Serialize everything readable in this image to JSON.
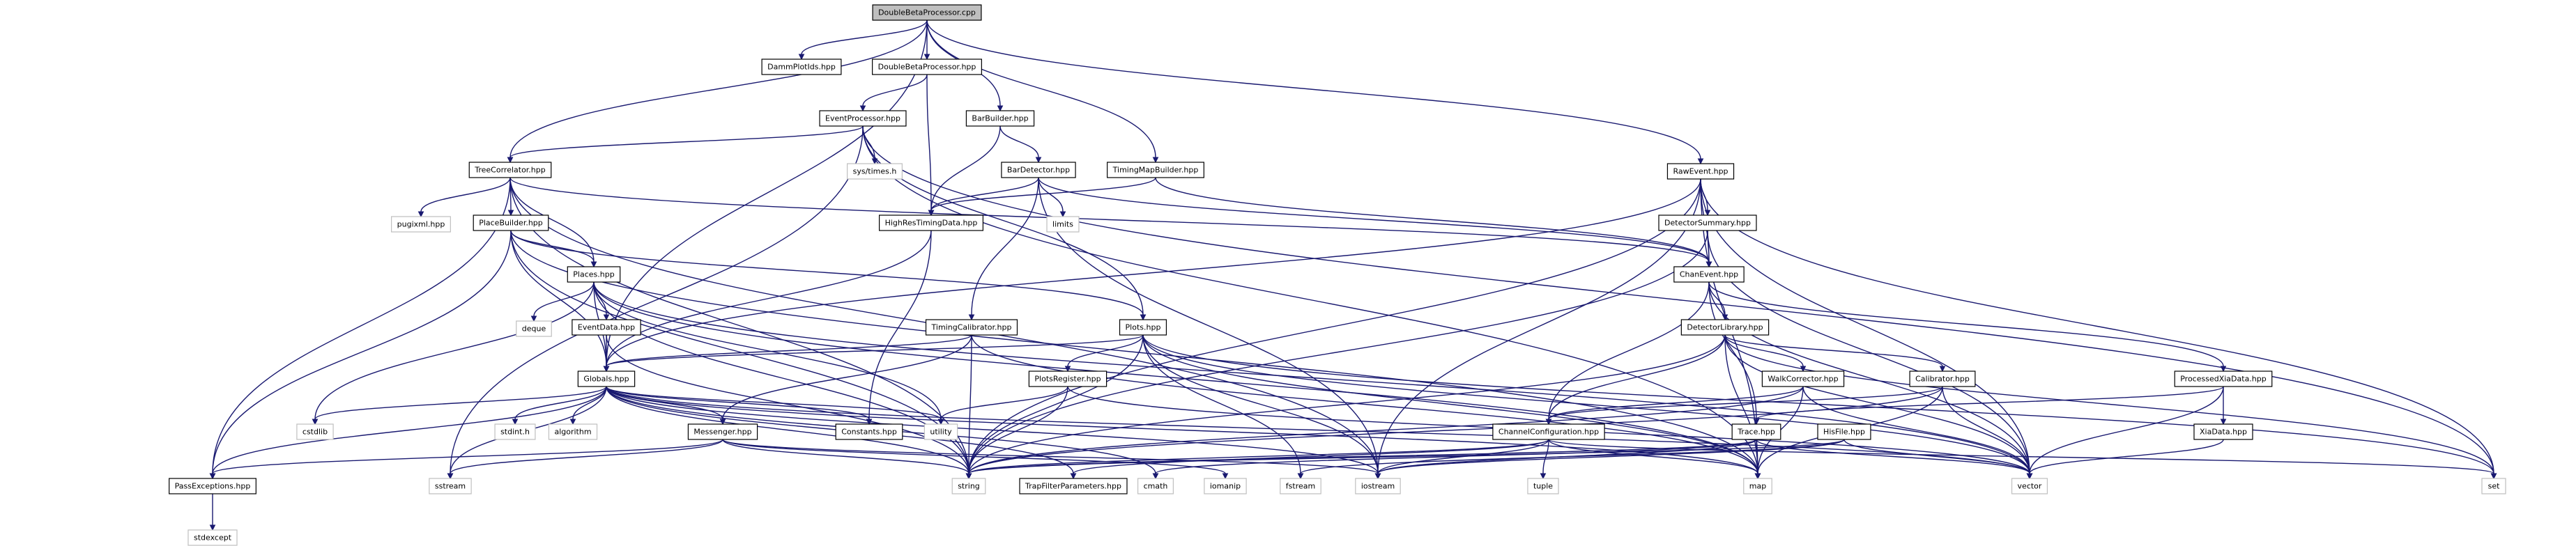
{
  "graph": {
    "nodes": [
      {
        "id": "root",
        "label": "DoubleBetaProcessor.cpp",
        "kind": "root"
      },
      {
        "id": "damm",
        "label": "DammPlotIds.hpp",
        "kind": "int"
      },
      {
        "id": "dbph",
        "label": "DoubleBetaProcessor.hpp",
        "kind": "int"
      },
      {
        "id": "barb",
        "label": "BarBuilder.hpp",
        "kind": "int"
      },
      {
        "id": "tmb",
        "label": "TimingMapBuilder.hpp",
        "kind": "int"
      },
      {
        "id": "raw",
        "label": "RawEvent.hpp",
        "kind": "int"
      },
      {
        "id": "evp",
        "label": "EventProcessor.hpp",
        "kind": "int"
      },
      {
        "id": "bard",
        "label": "BarDetector.hpp",
        "kind": "int"
      },
      {
        "id": "systimes",
        "label": "sys/times.h",
        "kind": "ext"
      },
      {
        "id": "treec",
        "label": "TreeCorrelator.hpp",
        "kind": "int"
      },
      {
        "id": "limits",
        "label": "limits",
        "kind": "ext"
      },
      {
        "id": "hrtd",
        "label": "HighResTimingData.hpp",
        "kind": "int"
      },
      {
        "id": "dsum",
        "label": "DetectorSummary.hpp",
        "kind": "int"
      },
      {
        "id": "pugi",
        "label": "pugixml.hpp",
        "kind": "ext"
      },
      {
        "id": "placeb",
        "label": "PlaceBuilder.hpp",
        "kind": "int"
      },
      {
        "id": "chanev",
        "label": "ChanEvent.hpp",
        "kind": "int"
      },
      {
        "id": "places",
        "label": "Places.hpp",
        "kind": "int"
      },
      {
        "id": "detlib",
        "label": "DetectorLibrary.hpp",
        "kind": "int"
      },
      {
        "id": "deque",
        "label": "deque",
        "kind": "ext"
      },
      {
        "id": "evdata",
        "label": "EventData.hpp",
        "kind": "int"
      },
      {
        "id": "timcal",
        "label": "TimingCalibrator.hpp",
        "kind": "int"
      },
      {
        "id": "plots",
        "label": "Plots.hpp",
        "kind": "int"
      },
      {
        "id": "globals",
        "label": "Globals.hpp",
        "kind": "int"
      },
      {
        "id": "plotsreg",
        "label": "PlotsRegister.hpp",
        "kind": "int"
      },
      {
        "id": "walkc",
        "label": "WalkCorrector.hpp",
        "kind": "int"
      },
      {
        "id": "calib",
        "label": "Calibrator.hpp",
        "kind": "int"
      },
      {
        "id": "proc",
        "label": "ProcessedXiaData.hpp",
        "kind": "int"
      },
      {
        "id": "cstdlib",
        "label": "cstdlib",
        "kind": "ext"
      },
      {
        "id": "stdinth",
        "label": "stdint.h",
        "kind": "ext"
      },
      {
        "id": "algorithm",
        "label": "algorithm",
        "kind": "ext"
      },
      {
        "id": "consts",
        "label": "Constants.hpp",
        "kind": "int"
      },
      {
        "id": "utility",
        "label": "utility",
        "kind": "ext"
      },
      {
        "id": "chconf",
        "label": "ChannelConfiguration.hpp",
        "kind": "int"
      },
      {
        "id": "trace",
        "label": "Trace.hpp",
        "kind": "int"
      },
      {
        "id": "his",
        "label": "HisFile.hpp",
        "kind": "int"
      },
      {
        "id": "xia",
        "label": "XiaData.hpp",
        "kind": "int"
      },
      {
        "id": "messenger",
        "label": "Messenger.hpp",
        "kind": "int"
      },
      {
        "id": "passexc",
        "label": "PassExceptions.hpp",
        "kind": "int"
      },
      {
        "id": "sstream",
        "label": "sstream",
        "kind": "ext"
      },
      {
        "id": "string",
        "label": "string",
        "kind": "ext"
      },
      {
        "id": "tfp",
        "label": "TrapFilterParameters.hpp",
        "kind": "int"
      },
      {
        "id": "cmath",
        "label": "cmath",
        "kind": "ext"
      },
      {
        "id": "iomanip",
        "label": "iomanip",
        "kind": "ext"
      },
      {
        "id": "fstream",
        "label": "fstream",
        "kind": "ext"
      },
      {
        "id": "iostream",
        "label": "iostream",
        "kind": "ext"
      },
      {
        "id": "tuple",
        "label": "tuple",
        "kind": "ext"
      },
      {
        "id": "map",
        "label": "map",
        "kind": "ext"
      },
      {
        "id": "vector",
        "label": "vector",
        "kind": "ext"
      },
      {
        "id": "set",
        "label": "set",
        "kind": "ext"
      },
      {
        "id": "stdexcept",
        "label": "stdexcept",
        "kind": "ext"
      }
    ],
    "edges": [
      [
        "root",
        "damm"
      ],
      [
        "root",
        "dbph"
      ],
      [
        "root",
        "barb"
      ],
      [
        "root",
        "tmb"
      ],
      [
        "root",
        "raw"
      ],
      [
        "root",
        "treec"
      ],
      [
        "root",
        "globals"
      ],
      [
        "dbph",
        "evp"
      ],
      [
        "dbph",
        "hrtd"
      ],
      [
        "barb",
        "bard"
      ],
      [
        "barb",
        "hrtd"
      ],
      [
        "tmb",
        "hrtd"
      ],
      [
        "tmb",
        "chanev"
      ],
      [
        "evp",
        "systimes"
      ],
      [
        "evp",
        "treec"
      ],
      [
        "evp",
        "plots"
      ],
      [
        "evp",
        "sstream"
      ],
      [
        "evp",
        "set"
      ],
      [
        "evp",
        "map"
      ],
      [
        "bard",
        "limits"
      ],
      [
        "bard",
        "hrtd"
      ],
      [
        "bard",
        "timcal"
      ],
      [
        "bard",
        "chanev"
      ],
      [
        "bard",
        "iostream"
      ],
      [
        "treec",
        "pugi"
      ],
      [
        "treec",
        "placeb"
      ],
      [
        "treec",
        "places"
      ],
      [
        "treec",
        "passexc"
      ],
      [
        "treec",
        "string"
      ],
      [
        "treec",
        "iostream"
      ],
      [
        "treec",
        "chanev"
      ],
      [
        "hrtd",
        "globals"
      ],
      [
        "hrtd",
        "consts"
      ],
      [
        "raw",
        "dsum"
      ],
      [
        "raw",
        "chanev"
      ],
      [
        "raw",
        "globals"
      ],
      [
        "raw",
        "string"
      ],
      [
        "raw",
        "iostream"
      ],
      [
        "raw",
        "set"
      ],
      [
        "raw",
        "vector"
      ],
      [
        "raw",
        "map"
      ],
      [
        "dsum",
        "chanev"
      ],
      [
        "dsum",
        "string"
      ],
      [
        "dsum",
        "vector"
      ],
      [
        "placeb",
        "places"
      ],
      [
        "placeb",
        "globals"
      ],
      [
        "placeb",
        "passexc"
      ],
      [
        "placeb",
        "string"
      ],
      [
        "placeb",
        "plots"
      ],
      [
        "placeb",
        "map"
      ],
      [
        "chanev",
        "detlib"
      ],
      [
        "chanev",
        "chconf"
      ],
      [
        "chanev",
        "trace"
      ],
      [
        "chanev",
        "proc"
      ],
      [
        "chanev",
        "vector"
      ],
      [
        "places",
        "deque"
      ],
      [
        "places",
        "evdata"
      ],
      [
        "places",
        "globals"
      ],
      [
        "places",
        "cstdlib"
      ],
      [
        "places",
        "utility"
      ],
      [
        "places",
        "string"
      ],
      [
        "places",
        "vector"
      ],
      [
        "places",
        "map"
      ],
      [
        "detlib",
        "walkc"
      ],
      [
        "detlib",
        "calib"
      ],
      [
        "detlib",
        "chconf"
      ],
      [
        "detlib",
        "set"
      ],
      [
        "detlib",
        "map"
      ],
      [
        "detlib",
        "vector"
      ],
      [
        "detlib",
        "string"
      ],
      [
        "evdata",
        "globals"
      ],
      [
        "evdata",
        "string"
      ],
      [
        "timcal",
        "globals"
      ],
      [
        "timcal",
        "messenger"
      ],
      [
        "timcal",
        "string"
      ],
      [
        "timcal",
        "map"
      ],
      [
        "plots",
        "plotsreg"
      ],
      [
        "plots",
        "globals"
      ],
      [
        "plots",
        "string"
      ],
      [
        "plots",
        "fstream"
      ],
      [
        "plots",
        "iostream"
      ],
      [
        "plots",
        "map"
      ],
      [
        "plots",
        "vector"
      ],
      [
        "plots",
        "set"
      ],
      [
        "globals",
        "cstdlib"
      ],
      [
        "globals",
        "stdinth"
      ],
      [
        "globals",
        "algorithm"
      ],
      [
        "globals",
        "consts"
      ],
      [
        "globals",
        "messenger"
      ],
      [
        "globals",
        "passexc"
      ],
      [
        "globals",
        "sstream"
      ],
      [
        "globals",
        "string"
      ],
      [
        "globals",
        "tfp"
      ],
      [
        "globals",
        "cmath"
      ],
      [
        "globals",
        "iostream"
      ],
      [
        "globals",
        "map"
      ],
      [
        "globals",
        "utility"
      ],
      [
        "globals",
        "vector"
      ],
      [
        "plotsreg",
        "utility"
      ],
      [
        "plotsreg",
        "string"
      ],
      [
        "plotsreg",
        "vector"
      ],
      [
        "walkc",
        "chconf"
      ],
      [
        "walkc",
        "string"
      ],
      [
        "walkc",
        "map"
      ],
      [
        "walkc",
        "vector"
      ],
      [
        "calib",
        "chconf"
      ],
      [
        "calib",
        "string"
      ],
      [
        "calib",
        "map"
      ],
      [
        "calib",
        "vector"
      ],
      [
        "proc",
        "trace"
      ],
      [
        "proc",
        "xia"
      ],
      [
        "proc",
        "vector"
      ],
      [
        "chconf",
        "tfp"
      ],
      [
        "chconf",
        "string"
      ],
      [
        "chconf",
        "tuple"
      ],
      [
        "chconf",
        "iostream"
      ],
      [
        "chconf",
        "map"
      ],
      [
        "chconf",
        "set"
      ],
      [
        "trace",
        "cmath"
      ],
      [
        "trace",
        "iostream"
      ],
      [
        "trace",
        "map"
      ],
      [
        "trace",
        "vector"
      ],
      [
        "trace",
        "string"
      ],
      [
        "his",
        "iostream"
      ],
      [
        "his",
        "fstream"
      ],
      [
        "his",
        "string"
      ],
      [
        "his",
        "vector"
      ],
      [
        "xia",
        "vector"
      ],
      [
        "messenger",
        "string"
      ],
      [
        "messenger",
        "sstream"
      ],
      [
        "messenger",
        "iomanip"
      ],
      [
        "messenger",
        "iostream"
      ],
      [
        "messenger",
        "passexc"
      ],
      [
        "passexc",
        "stdexcept"
      ]
    ]
  }
}
